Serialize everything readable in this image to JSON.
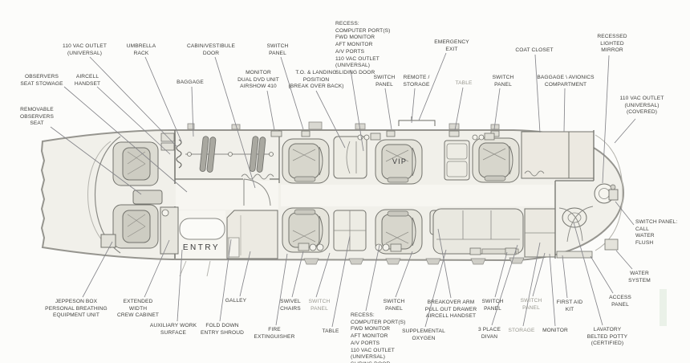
{
  "diagram": {
    "kind": "business-jet cabin floor plan",
    "floor_text": {
      "vip": "VIP",
      "entry": "ENTRY"
    },
    "labels": {
      "outlet_fwd": "110 VAC OUTLET\n(UNIVERSAL)",
      "umbrella_rack": "UMBRELLA\nRACK",
      "cabin_vestibule_door": "CABIN/VESTIBULE\nDOOR",
      "baggage": "BAGGAGE",
      "observers_seat_stowage": "OBSERVERS\nSEAT STOWAGE",
      "aircell_handset": "AIRCELL\nHANDSET",
      "removable_observers_seat": "REMOVABLE\nOBSERVERS\nSEAT",
      "monitor_dvd": "MONITOR\nDUAL DVD UNIT\nAIRSHOW 410",
      "switch_panel": "SWITCH\nPANEL",
      "to_landing": "T.O. & LANDING\nPOSITION\n(BREAK OVER BACK)",
      "recess": "RECESS:\nCOMPUTER PORT(S)\nFWD MONITOR\nAFT MONITOR\nA/V PORTS\n110 VAC OUTLET\n(UNIVERSAL)\nSLIDING DOOR",
      "emergency_exit": "EMERGENCY\nEXIT",
      "remote_storage": "REMOTE /\nSTORAGE",
      "table": "TABLE",
      "coat_closet": "COAT CLOSET",
      "baggage_avionics": "BAGGAGE \\ AVIONICS\nCOMPARTMENT",
      "recessed_mirror": "RECESSED\nLIGHTED\nMIRROR",
      "outlet_aft": "110 VAC OUTLET\n(UNIVERSAL)\n(COVERED)",
      "jeppeson": "JEPPESON BOX\nPERSONAL BREATHING\nEQUIPMENT UNIT",
      "crew_cabinet": "EXTENDED\nWIDTH\nCREW CABINET",
      "aux_work_surface": "AUXILIARY WORK\nSURFACE",
      "fold_down_shroud": "FOLD DOWN\nENTRY SHROUD",
      "galley": "GALLEY",
      "fire_extinguisher": "FIRE\nEXTINGUISHER",
      "swivel_chairs": "SWIVEL\nCHAIRS",
      "supplemental_oxygen": "SUPPLEMENTAL\nOXYGEN",
      "breakover": "BREAKOVER ARM\nPULL OUT DRAWER\nAIRCELL HANDSET",
      "three_place_divan": "3 PLACE\nDIVAN",
      "storage": "STORAGE",
      "monitor": "MONITOR",
      "first_aid": "FIRST AID\nKIT",
      "lavatory": "LAVATORY\nBELTED POTTY\n(CERTIFIED)",
      "access_panel": "ACCESS\nPANEL",
      "water_system": "WATER\nSYSTEM",
      "switch_panel_lav": "SWITCH PANEL:\nCALL\nWATER\nFLUSH"
    }
  }
}
